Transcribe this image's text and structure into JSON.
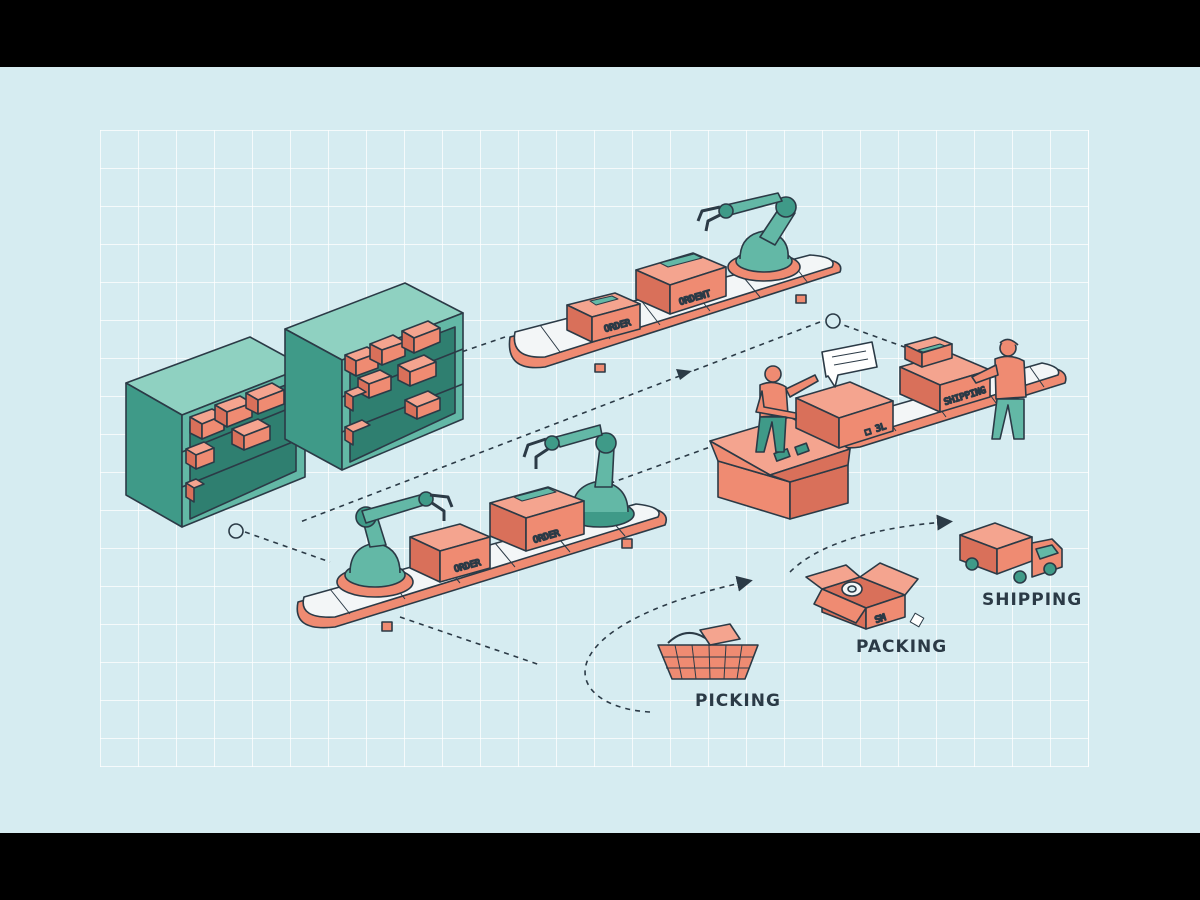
{
  "labels": {
    "picking": "PICKING",
    "packing": "PACKING",
    "shipping": "SHIPPING"
  },
  "box_text": {
    "order_a": "ORDER",
    "order_b": "ORDENT",
    "order_c": "ORDER",
    "order_d": "ORDER",
    "shipping_box": "SHIPPING"
  },
  "colors": {
    "background": "#d6ecf1",
    "outline": "#2b3a46",
    "teal": "#63b8a6",
    "teal_dark": "#3f9a88",
    "coral": "#ef8b72",
    "coral_dark": "#d9705a",
    "belt": "#f3f6f7"
  }
}
